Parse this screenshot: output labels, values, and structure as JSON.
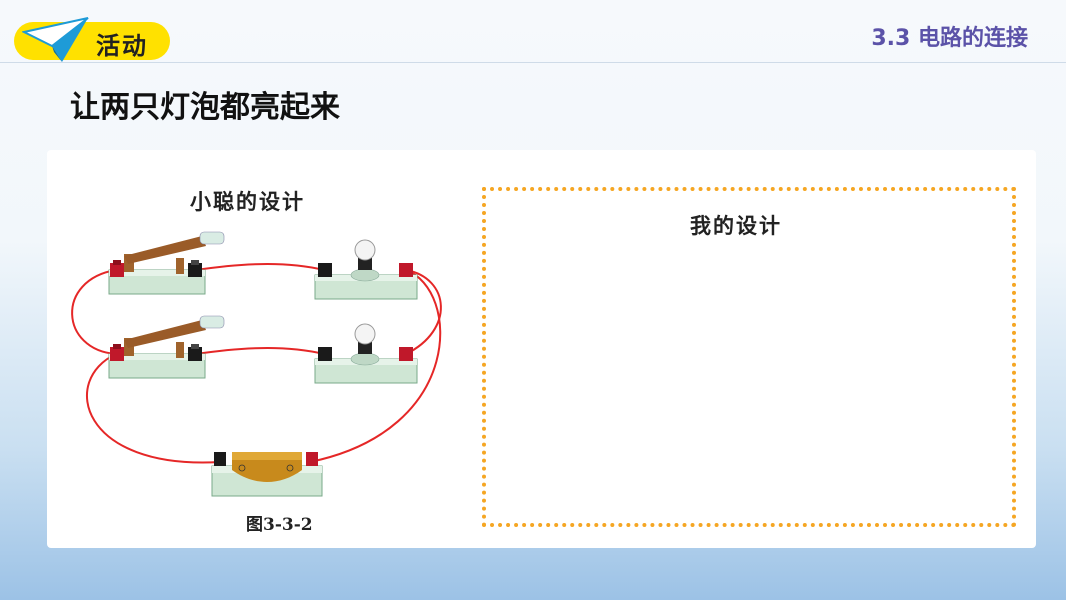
{
  "header": {
    "badge_label": "活动",
    "section_title": "3.3  电路的连接"
  },
  "activity_title": "让两只灯泡都亮起来",
  "figure": {
    "design_label": "小聪的设计",
    "caption": "图3-3-2"
  },
  "answer_area": {
    "label": "我的设计"
  },
  "colors": {
    "badge": "#ffe100",
    "section_title": "#5b52a8",
    "wire": "#e52727",
    "dotted_border": "#f5a623"
  },
  "icons": [
    "paper-plane-icon",
    "switch-icon",
    "bulb-icon",
    "battery-icon"
  ]
}
